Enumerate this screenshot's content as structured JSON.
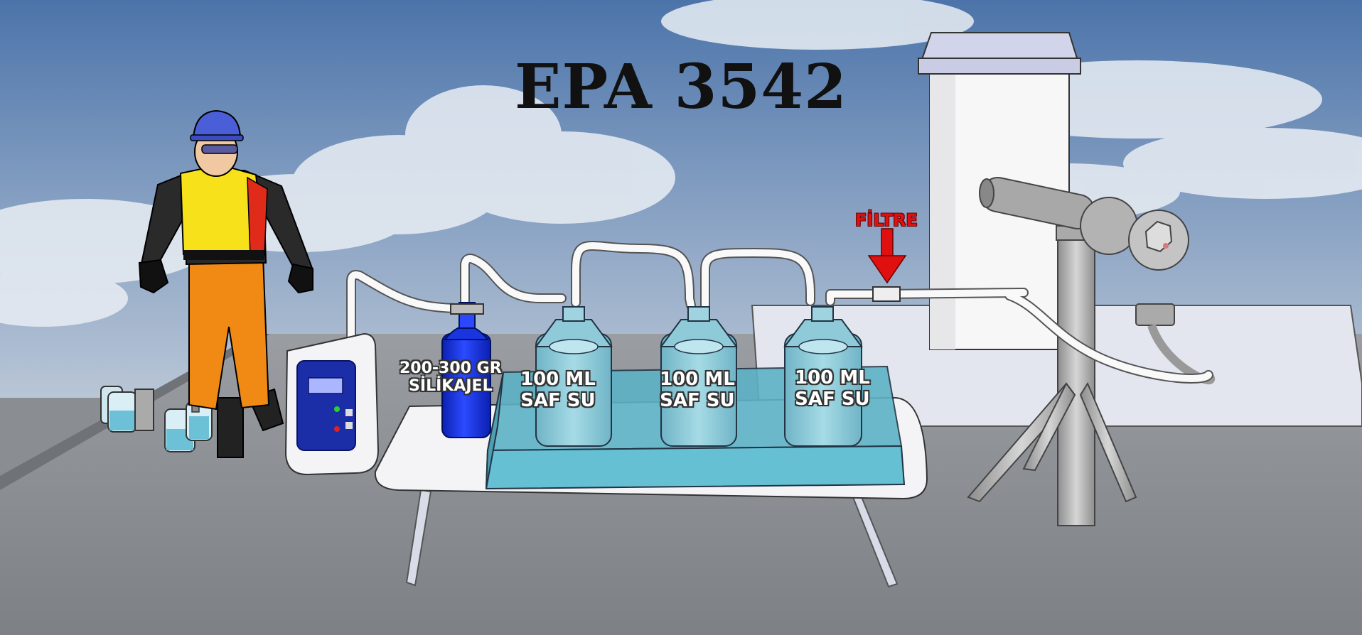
{
  "title": "EPA 3542",
  "labels": {
    "silica_line1": "200-300 GR",
    "silica_line2": "SİLİKAJEL",
    "bottle1_line1": "100 ML",
    "bottle1_line2": "SAF SU",
    "bottle2_line1": "100 ML",
    "bottle2_line2": "SAF SU",
    "bottle3_line1": "100 ML",
    "bottle3_line2": "SAF SU",
    "filter": "FİLTRE"
  },
  "colors": {
    "sky": "#5a7fb0",
    "floor": "#8a8e93",
    "water": "#7fc8d8",
    "silica_cylinder": "#1030e0",
    "filter_arrow": "#e01010",
    "worker_vest": "#f6e11a",
    "worker_pants": "#f08a14",
    "worker_helmet": "#4a5ed8"
  }
}
